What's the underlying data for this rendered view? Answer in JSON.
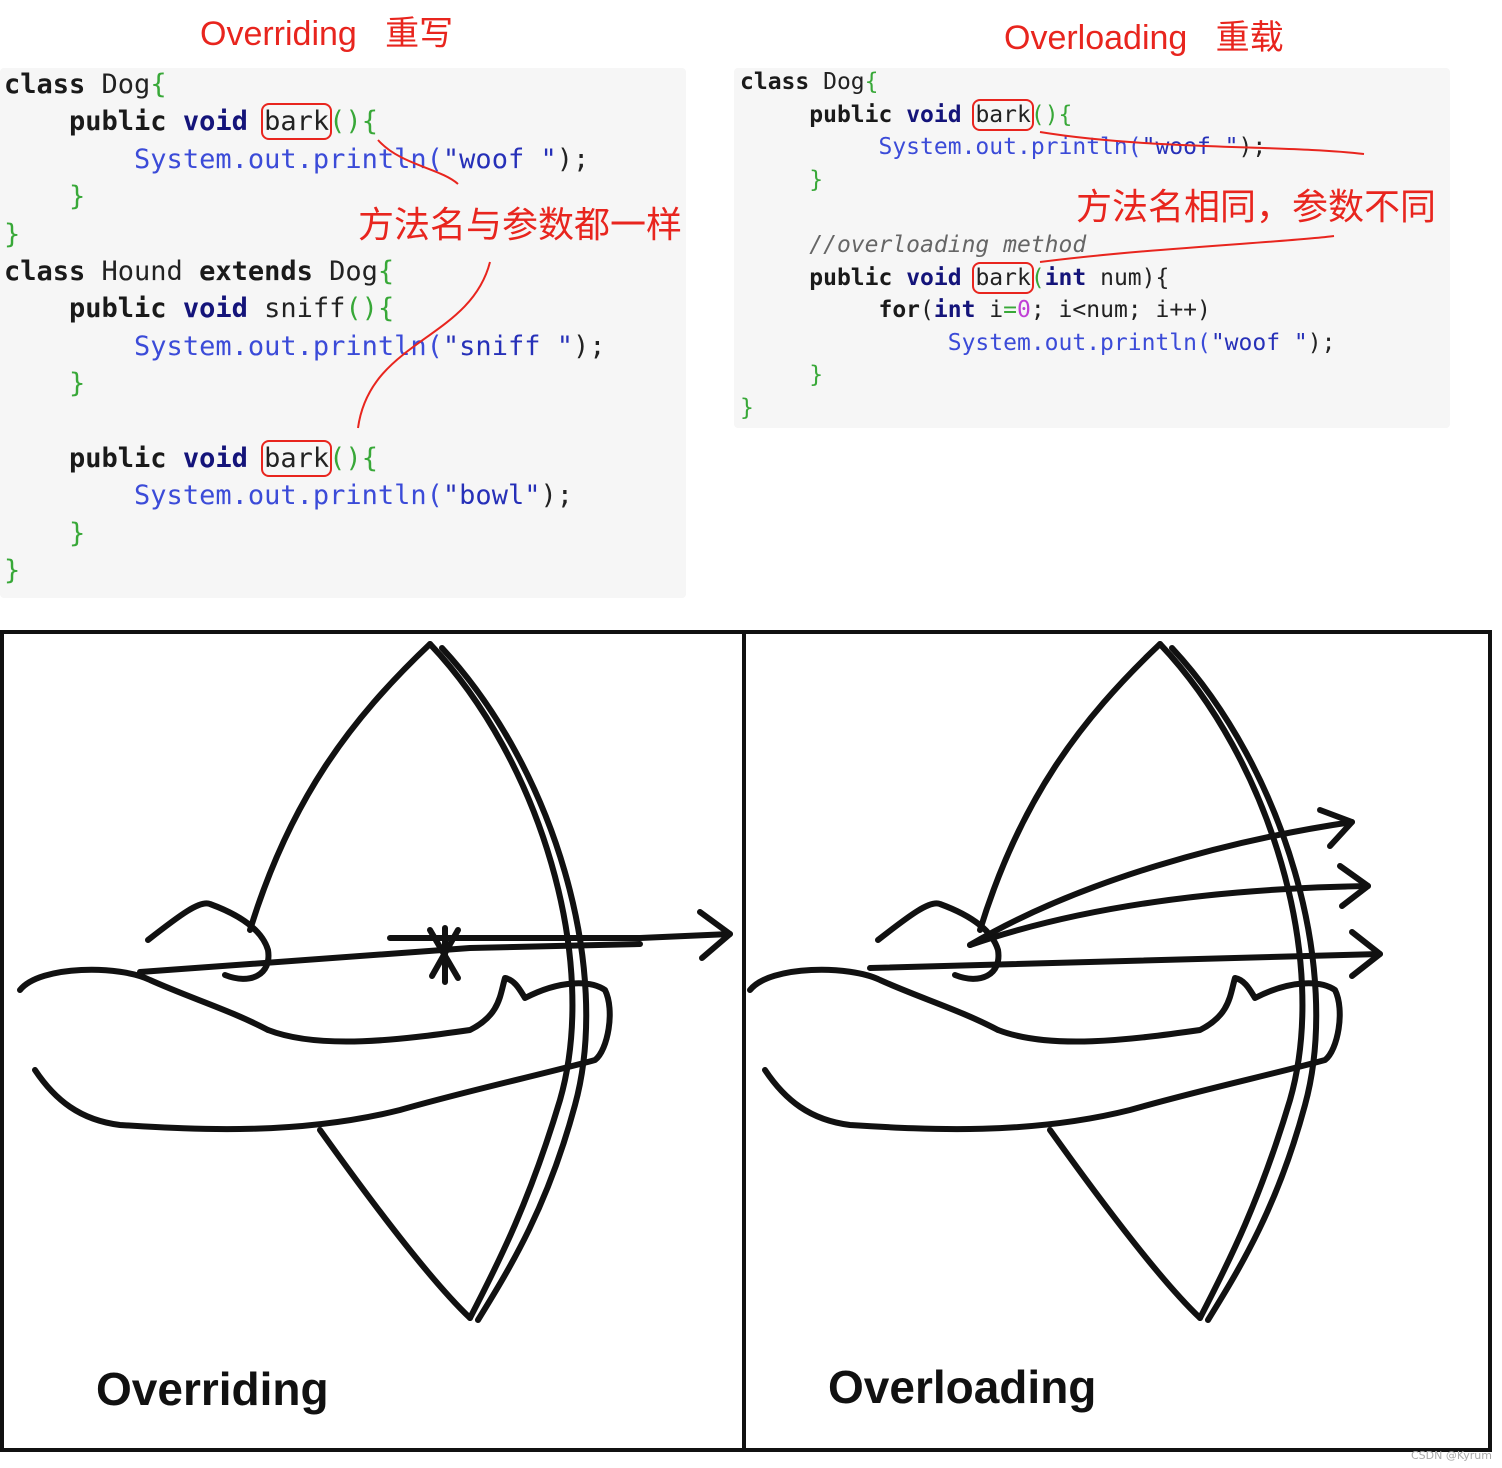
{
  "headings": {
    "overriding": "Overriding   重写",
    "overloading": "Overloading   重载"
  },
  "notes": {
    "overriding": "方法名与参数都一样",
    "overloading": "方法名相同，参数不同"
  },
  "overriding_code": {
    "l1_class": "class",
    "l1_name": " Dog",
    "l1_brace": "{",
    "l2_public": "public",
    "l2_void": "void",
    "l2_method": "bark",
    "l2_parens": "()",
    "l2_brace": "{",
    "l3_sys": "System",
    "l3_out": ".out.println(",
    "l3_str": "\"woof \"",
    "l3_end": ");",
    "l4_close": "}",
    "l5_close": "}",
    "l6_class": "class",
    "l6_name": " Hound ",
    "l6_extends": "extends",
    "l6_parent": " Dog",
    "l6_brace": "{",
    "l7_public": "public",
    "l7_void": "void",
    "l7_method": "sniff",
    "l7_parens": "()",
    "l7_brace": "{",
    "l8_sys": "System",
    "l8_out": ".out.println(",
    "l8_str": "\"sniff \"",
    "l8_end": ");",
    "l9_close": "}",
    "l10_public": "public",
    "l10_void": "void",
    "l10_method": "bark",
    "l10_parens": "()",
    "l10_brace": "{",
    "l11_sys": "System",
    "l11_out": ".out.println(",
    "l11_str": "\"bowl\"",
    "l11_end": ");",
    "l12_close": "}",
    "l13_close": "}"
  },
  "overloading_code": {
    "l1_class": "class",
    "l1_name": " Dog",
    "l1_brace": "{",
    "l2_public": "public",
    "l2_void": "void",
    "l2_method": "bark",
    "l2_parens": "()",
    "l2_brace": "{",
    "l3_sys": "System",
    "l3_out": ".out.println(",
    "l3_str": "\"woof \"",
    "l3_end": ");",
    "l4_close": "}",
    "l5_comment": "//overloading method",
    "l6_public": "public",
    "l6_void": "void",
    "l6_method": "bark",
    "l6_paren_open": "(",
    "l6_int": "int",
    "l6_param": " num){",
    "l7_for": "for",
    "l7_open": "(",
    "l7_int": "int",
    "l7_i": " i",
    "l7_eq": "=",
    "l7_zero": "0",
    "l7_rest": "; i<num; i++)",
    "l8_sys": "System",
    "l8_out": ".out.println(",
    "l8_str": "\"woof \"",
    "l8_end": ");",
    "l9_close": "}",
    "l10_close": "}"
  },
  "captions": {
    "overriding": "Overriding",
    "overloading": "Overloading"
  },
  "watermark": "CSDN @Kyrum",
  "colors": {
    "accent_red": "#e8251e",
    "keyword_blue": "#14147a",
    "string_blue": "#2630b8",
    "brace_green": "#38a838",
    "code_bg": "#f6f6f6"
  }
}
